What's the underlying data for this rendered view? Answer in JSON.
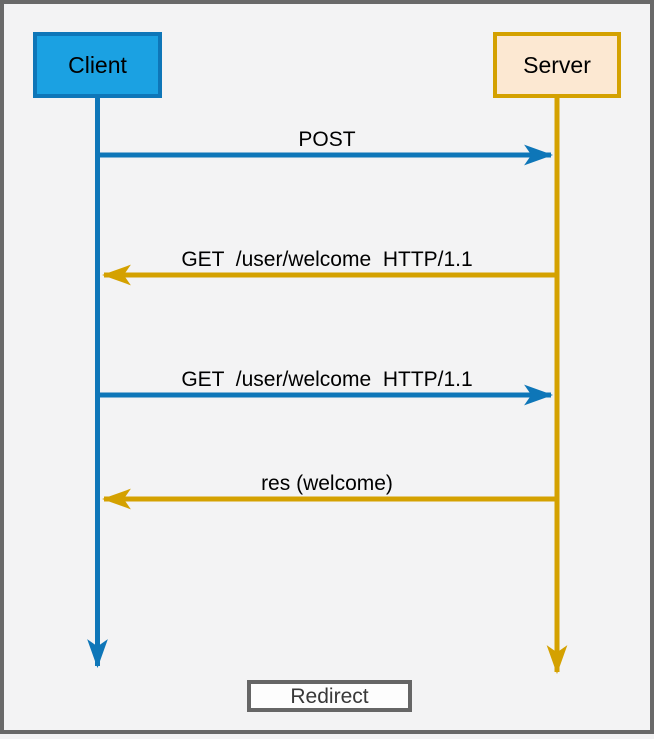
{
  "diagram": {
    "type": "sequence-diagram",
    "frame_color": "#696969",
    "background_color": "#f3f3f4",
    "actors": [
      {
        "name": "Client",
        "fill": "#1BA1E2",
        "stroke": "#0E76B8"
      },
      {
        "name": "Server",
        "fill": "#FCE8D2",
        "stroke": "#D4A100"
      }
    ],
    "messages": [
      {
        "label": "POST",
        "from": "Client",
        "to": "Server",
        "color": "#0E76B8"
      },
      {
        "label": "GET  /user/welcome  HTTP/1.1",
        "from": "Server",
        "to": "Client",
        "color": "#D4A100"
      },
      {
        "label": "GET  /user/welcome  HTTP/1.1",
        "from": "Client",
        "to": "Server",
        "color": "#0E76B8"
      },
      {
        "label": "res (welcome)",
        "from": "Server",
        "to": "Client",
        "color": "#D4A100"
      }
    ],
    "footer_label": "Redirect",
    "footer_box": {
      "fill": "#FDFDFD",
      "stroke": "#666666"
    }
  }
}
